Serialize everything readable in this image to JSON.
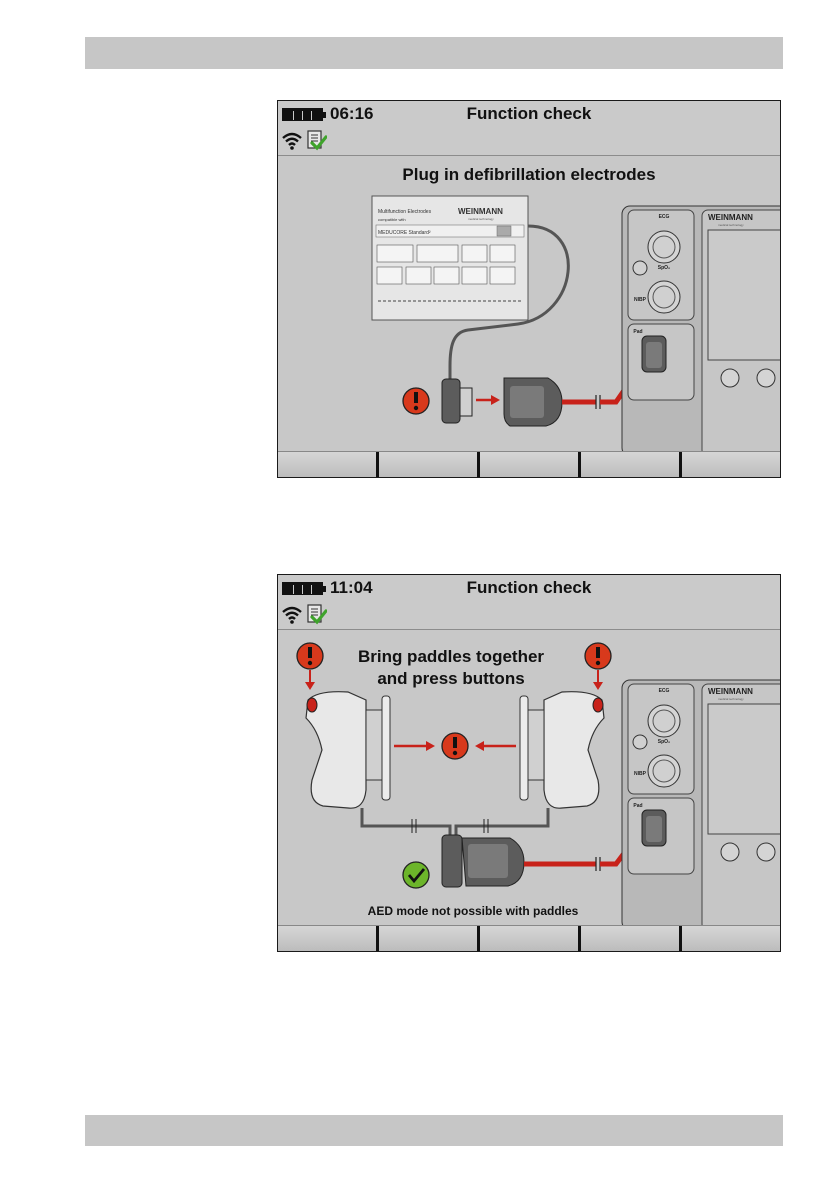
{
  "screens": [
    {
      "time": "06:16",
      "title": "Function check",
      "instruction": "Plug in defibrillation electrodes",
      "electrode_card": {
        "line1": "Multifunction Electrodes",
        "line2": "compatible with",
        "line3": "MEDUCORE Standard²",
        "brand": "WEINMANN",
        "brand_sub": "medical technology"
      },
      "device": {
        "brand": "WEINMANN",
        "brand_sub": "medical technology",
        "ports": [
          "ECG",
          "SpO₂",
          "NIBP",
          "Pad"
        ]
      },
      "icons": [
        "battery-icon",
        "wifi-icon",
        "checklist-icon",
        "warning-icon"
      ]
    },
    {
      "time": "11:04",
      "title": "Function check",
      "instruction_line1": "Bring paddles together",
      "instruction_line2": "and press buttons",
      "note": "AED mode not possible with paddles",
      "device": {
        "brand": "WEINMANN",
        "brand_sub": "medical technology",
        "ports": [
          "ECG",
          "SpO₂",
          "NIBP",
          "Pad"
        ]
      },
      "icons": [
        "battery-icon",
        "wifi-icon",
        "checklist-icon",
        "warning-icon",
        "ok-check-icon"
      ]
    }
  ],
  "colors": {
    "warning": "#d8391c",
    "ok": "#6cb52a",
    "cable": "#c8221a",
    "screen_bg": "#c8c8c8"
  }
}
